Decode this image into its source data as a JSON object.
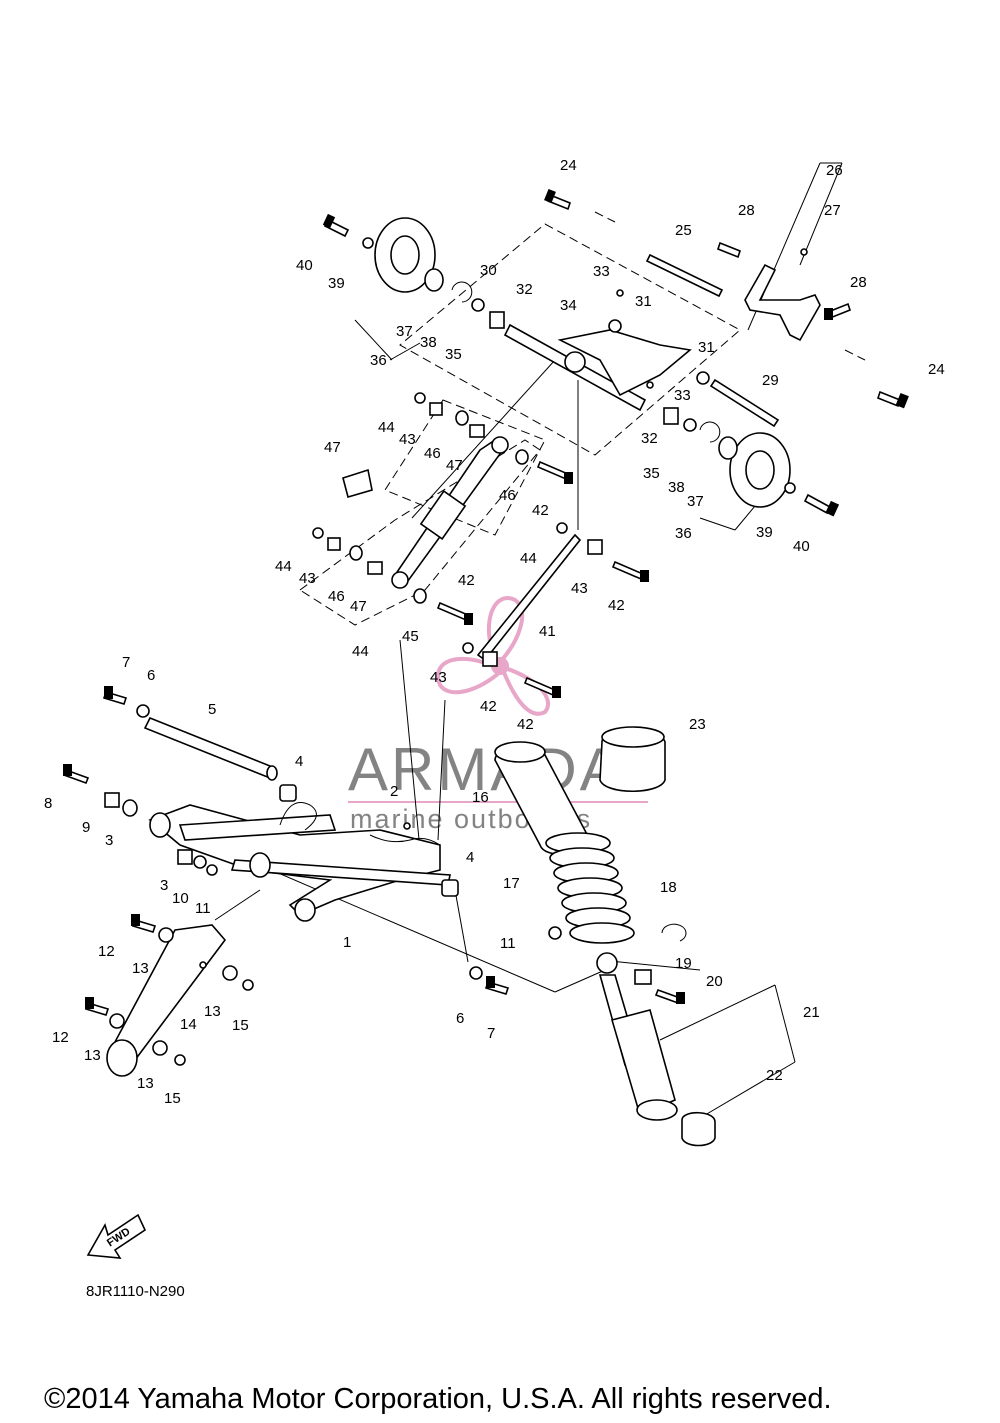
{
  "drawing_code": "8JR1110-N290",
  "copyright": "©2014 Yamaha Motor Corporation, U.S.A. All rights reserved.",
  "watermark": {
    "brand": "ARMADA",
    "tagline": "marine outboards",
    "accent_color": "#e8a6c9",
    "text_color": "#6e6e6e"
  },
  "fwd_label": "FWD",
  "callouts": [
    "1",
    "2",
    "3",
    "3",
    "4",
    "4",
    "5",
    "6",
    "6",
    "7",
    "7",
    "8",
    "9",
    "10",
    "11",
    "11",
    "12",
    "12",
    "13",
    "13",
    "13",
    "13",
    "14",
    "15",
    "15",
    "16",
    "17",
    "18",
    "19",
    "20",
    "21",
    "22",
    "23",
    "24",
    "24",
    "25",
    "26",
    "27",
    "28",
    "28",
    "29",
    "30",
    "31",
    "31",
    "32",
    "32",
    "33",
    "33",
    "34",
    "35",
    "35",
    "36",
    "36",
    "37",
    "37",
    "38",
    "38",
    "39",
    "39",
    "40",
    "40",
    "41",
    "42",
    "42",
    "42",
    "42",
    "43",
    "43",
    "43",
    "43",
    "44",
    "44",
    "44",
    "44",
    "45",
    "46",
    "46",
    "46",
    "47",
    "47",
    "47"
  ]
}
